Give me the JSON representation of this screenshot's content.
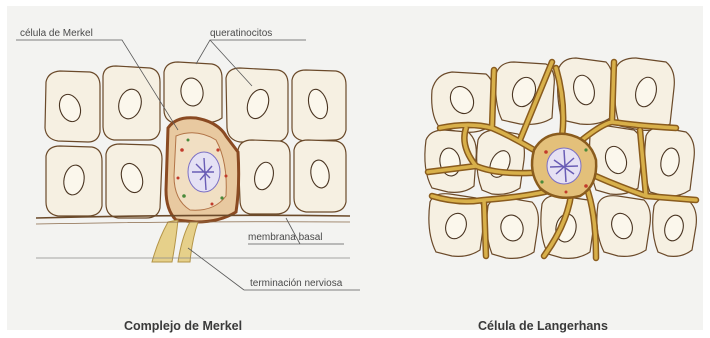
{
  "panels": {
    "merkel": {
      "title": "Complejo de Merkel",
      "labels": {
        "merkel_cell": "célula de Merkel",
        "keratinocytes": "queratinocitos",
        "basal_membrane": "membrana basal",
        "nerve_ending": "terminación nerviosa"
      }
    },
    "langerhans": {
      "title": "Célula de Langerhans"
    }
  },
  "colors": {
    "background": "#ffffff",
    "panel_background": "#f3f3f1",
    "cell_fill": "#f6f0e2",
    "cell_outline": "#6b4a2a",
    "merkel_cell": "#c9895a",
    "dendritic_cell": "#d2a73e",
    "nerve": "#e6d08a",
    "nucleus_accent": "#7c70c4"
  }
}
